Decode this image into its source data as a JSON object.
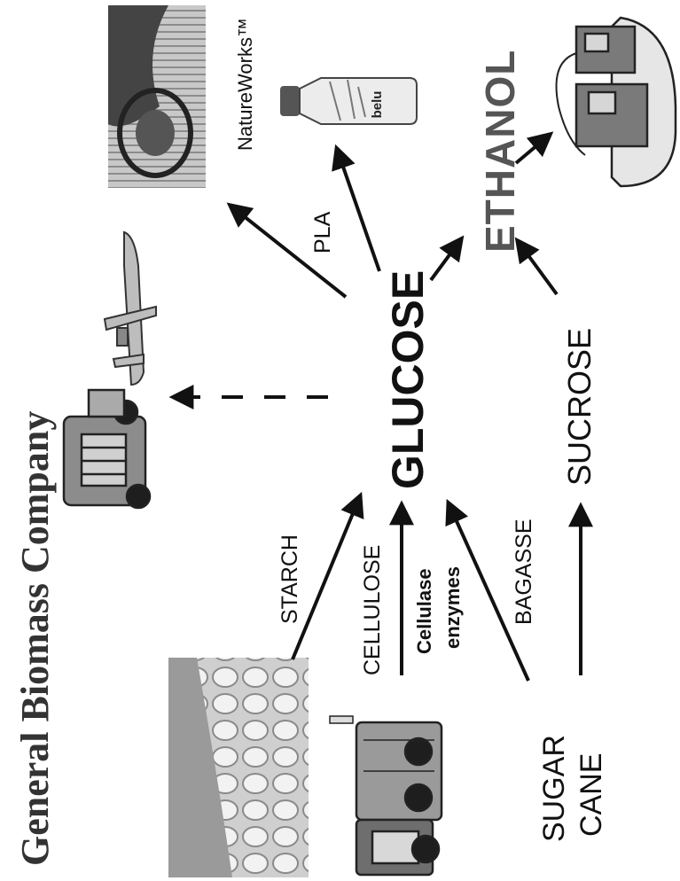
{
  "title": "General Biomass Company",
  "nodes": {
    "glucose": "GLUCOSE",
    "ethanol": "ETHANOL",
    "sucrose": "SUCROSE",
    "sugar_cane_line1": "SUGAR",
    "sugar_cane_line2": "CANE"
  },
  "edges": {
    "starch": "STARCH",
    "cellulose": "CELLULOSE",
    "cellulase_line1": "Cellulase",
    "cellulase_line2": "enzymes",
    "bagasse": "BAGASSE",
    "pla": "PLA"
  },
  "brands": {
    "natureworks": "NatureWorks™",
    "bottle_label": "belu"
  },
  "icons": [
    "corn-cob-image",
    "dump-truck-image",
    "semi-truck-image",
    "airplane-image",
    "fabric-roll-image",
    "water-bottle-image",
    "fuel-pump-image"
  ]
}
